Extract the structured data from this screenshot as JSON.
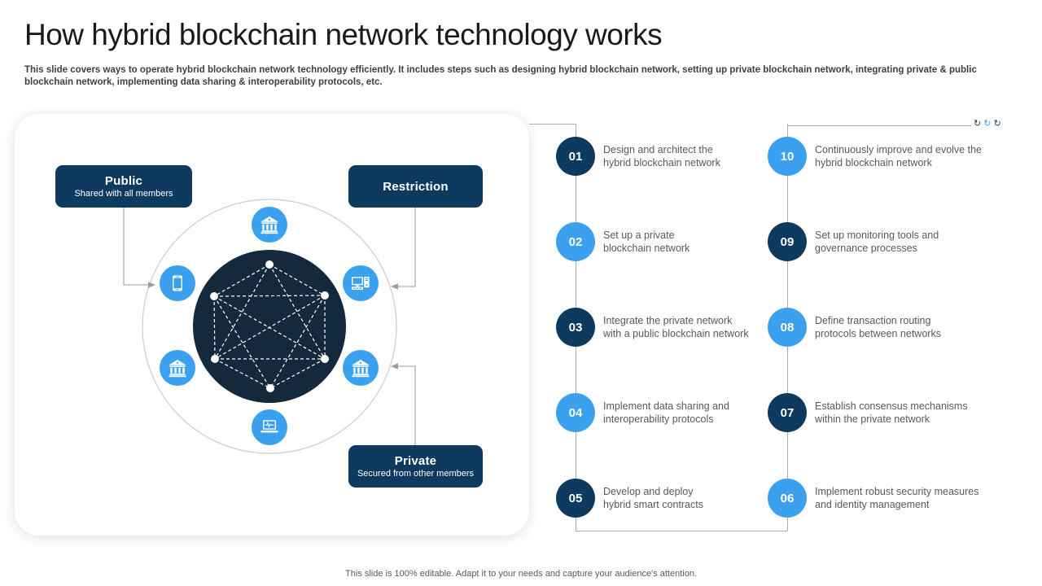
{
  "slide": {
    "title": "How hybrid blockchain network technology works",
    "description": "This slide covers ways to  operate hybrid blockchain network technology efficiently. It includes steps such as designing hybrid blockchain network, setting up private blockchain network, integrating private &  public blockchain network, implementing data sharing & interoperability protocols, etc.",
    "footer": "This slide is 100% editable.  Adapt it to your needs and capture your audience's attention."
  },
  "panel": {
    "public": {
      "title": "Public",
      "subtitle": "Shared with all members"
    },
    "restriction": {
      "title": "Restriction"
    },
    "private": {
      "title": "Private",
      "subtitle": "Secured from other members"
    },
    "node_icons": [
      "bank-icon",
      "smartphone-icon",
      "desktop-computer-icon",
      "bank-icon",
      "bank-icon",
      "laptop-pulse-icon"
    ]
  },
  "steps_left": [
    {
      "num": "01",
      "text": "Design and architect the\nhybrid blockchain network"
    },
    {
      "num": "02",
      "text": "Set up a private\nblockchain network"
    },
    {
      "num": "03",
      "text": "Integrate the private network\nwith a public blockchain network"
    },
    {
      "num": "04",
      "text": "Implement data sharing and\ninteroperability protocols"
    },
    {
      "num": "05",
      "text": "Develop and deploy\nhybrid smart contracts"
    }
  ],
  "steps_right": [
    {
      "num": "10",
      "text": "Continuously improve and evolve the\nhybrid blockchain network"
    },
    {
      "num": "09",
      "text": "Set up monitoring tools and\ngovernance processes"
    },
    {
      "num": "08",
      "text": "Define transaction routing\nprotocols between networks"
    },
    {
      "num": "07",
      "text": "Establish consensus mechanisms\nwithin the private network"
    },
    {
      "num": "06",
      "text": "Implement robust security measures\nand identity management"
    }
  ],
  "decor": {
    "rotate_icon_1": "↻",
    "rotate_icon_2": "↻",
    "rotate_icon_3": "↻"
  },
  "colors": {
    "navy": "#0e3a5f",
    "blue": "#3ba1ee",
    "inner_circle": "#15293d",
    "line_gray": "#ababab",
    "step_text_gray": "#595959"
  }
}
